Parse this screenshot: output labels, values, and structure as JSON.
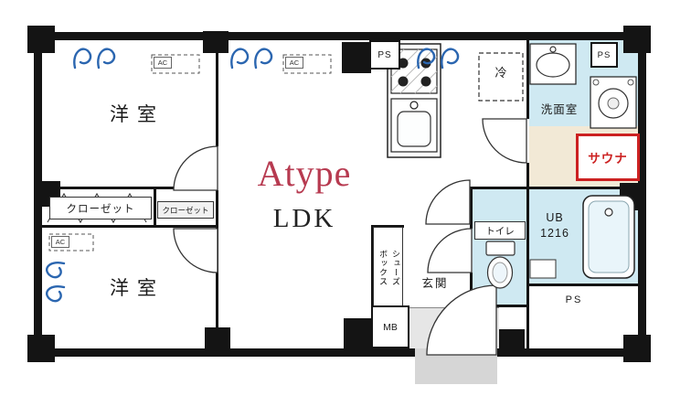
{
  "plan": {
    "title": "Atype",
    "layout_label": "LDK",
    "labels": {
      "bedroom_top": "洋室",
      "bedroom_bottom": "洋室",
      "closet_main": "クローゼット",
      "closet_sub": "クローゼット",
      "refrigerator": "冷",
      "washroom": "洗面室",
      "sauna": "サウナ",
      "toilet": "トイレ",
      "unit_bath_line1": "UB",
      "unit_bath_line2": "1216",
      "entrance": "玄関",
      "shoe_box_line1": "シューズ",
      "shoe_box_line2": "ボックス",
      "meter_box": "MB",
      "pipe_space_top": "PS",
      "pipe_space_right": "PS",
      "pipe_space_bottom": "PS",
      "ac_1": "AC",
      "ac_2": "AC",
      "ac_3": "AC"
    },
    "colors": {
      "title_red": "#b73a50",
      "sauna_red": "#cc2121",
      "wet_area_blue": "#cfe9f2",
      "sauna_floor_beige": "#f2e9d6",
      "porch_gray": "#d6d6d6",
      "wall_black": "#141414",
      "window_blue": "#2b66b0"
    }
  }
}
